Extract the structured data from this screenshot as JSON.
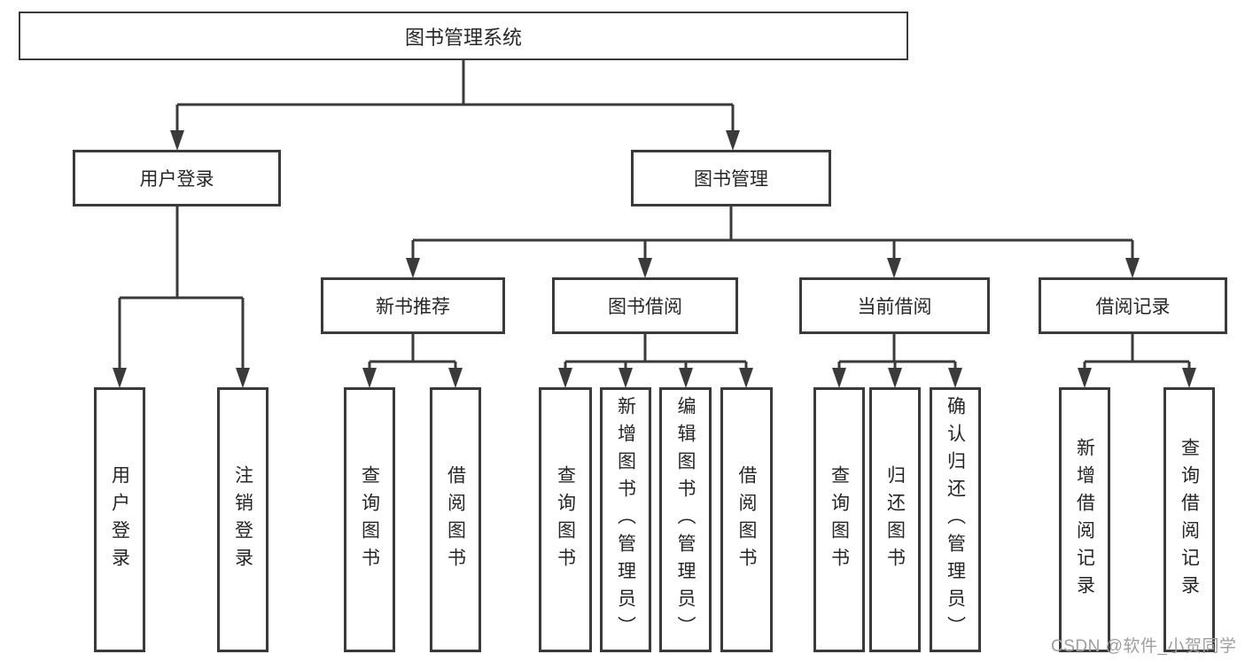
{
  "diagram": {
    "title": "图书管理系统",
    "root": {
      "label": "图书管理系统"
    },
    "branches": [
      {
        "label": "用户登录",
        "children": [
          {
            "label": "用户登录"
          },
          {
            "label": "注销登录"
          }
        ]
      },
      {
        "label": "图书管理",
        "children": [
          {
            "label": "新书推荐",
            "children": [
              {
                "label": "查询图书"
              },
              {
                "label": "借阅图书"
              }
            ]
          },
          {
            "label": "图书借阅",
            "children": [
              {
                "label": "查询图书"
              },
              {
                "label": "新增图书（管理员）"
              },
              {
                "label": "编辑图书（管理员）"
              },
              {
                "label": "借阅图书"
              }
            ]
          },
          {
            "label": "当前借阅",
            "children": [
              {
                "label": "查询图书"
              },
              {
                "label": "归还图书"
              },
              {
                "label": "确认归还（管理员）"
              }
            ]
          },
          {
            "label": "借阅记录",
            "children": [
              {
                "label": "新增借阅记录"
              },
              {
                "label": "查询借阅记录"
              }
            ]
          }
        ]
      }
    ]
  },
  "watermark": {
    "text": "CSDN @软件_小贺同学",
    "color": "#9e9e9e"
  },
  "colors": {
    "line": "#3a3a3a",
    "box_border": "#3a3a3a",
    "box_fill": "#ffffff",
    "text": "#262626",
    "background": "#ffffff"
  }
}
